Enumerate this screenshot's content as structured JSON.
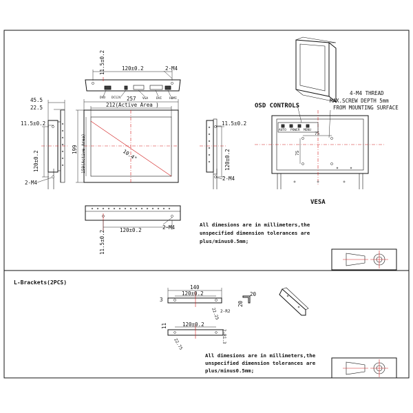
{
  "front": {
    "width": "257",
    "active_width": "212(Active Area )",
    "height": "199",
    "active_height": "159(Active Area)",
    "diagonal": "10.4\""
  },
  "top_view": {
    "dim_offset": "11.5±0.2",
    "dim_spacing": "120±0.2",
    "thread": "2-M4",
    "ports": [
      "DVD",
      "DC12V",
      "VGA",
      "DVI",
      "HDMI"
    ]
  },
  "left_side": {
    "d1": "45.5",
    "d2": "22.5",
    "d3": "11.5±0.2",
    "d4": "120±0.2",
    "thread": "2-M4"
  },
  "right_side": {
    "d1": "11.5±0.2",
    "d2": "120±0.2",
    "thread": "2-M4"
  },
  "bottom_view": {
    "dim_spacing": "120±0.2",
    "thread": "2-M4",
    "dim_offset": "11.5±0.2"
  },
  "rear": {
    "osd_label": "OSD CONTROLS",
    "thread_note": [
      "4-M4 THREAD",
      "MAX.SCREW DEPTH 5mm",
      "FROM MOUNTING SURFACE"
    ],
    "vesa_h": "75",
    "vesa_v": "75",
    "vesa_label": "VESA",
    "buttons": [
      "AUTO",
      "POWER",
      "MENU"
    ]
  },
  "notes": {
    "upper": [
      "All dimesions are in millimeters,the",
      "unspecified dimension tolerances are",
      "plus/minus0.5mm;"
    ],
    "lower": [
      "All dimesions are in millimeters,the",
      "unspecified dimension tolerances are",
      "plus/minus0.5mm;"
    ]
  },
  "brackets": {
    "title": "L-Brackets(2PCS)",
    "top": {
      "length": "140",
      "spacing": "120±0.2",
      "edge": "3",
      "side": "20",
      "side2": "20",
      "hole": "2-R2",
      "slot": "22.25"
    },
    "bottom": {
      "spacing": "120±0.2",
      "height": "11",
      "hole": "2-R1.3",
      "slot": "22.75"
    }
  }
}
